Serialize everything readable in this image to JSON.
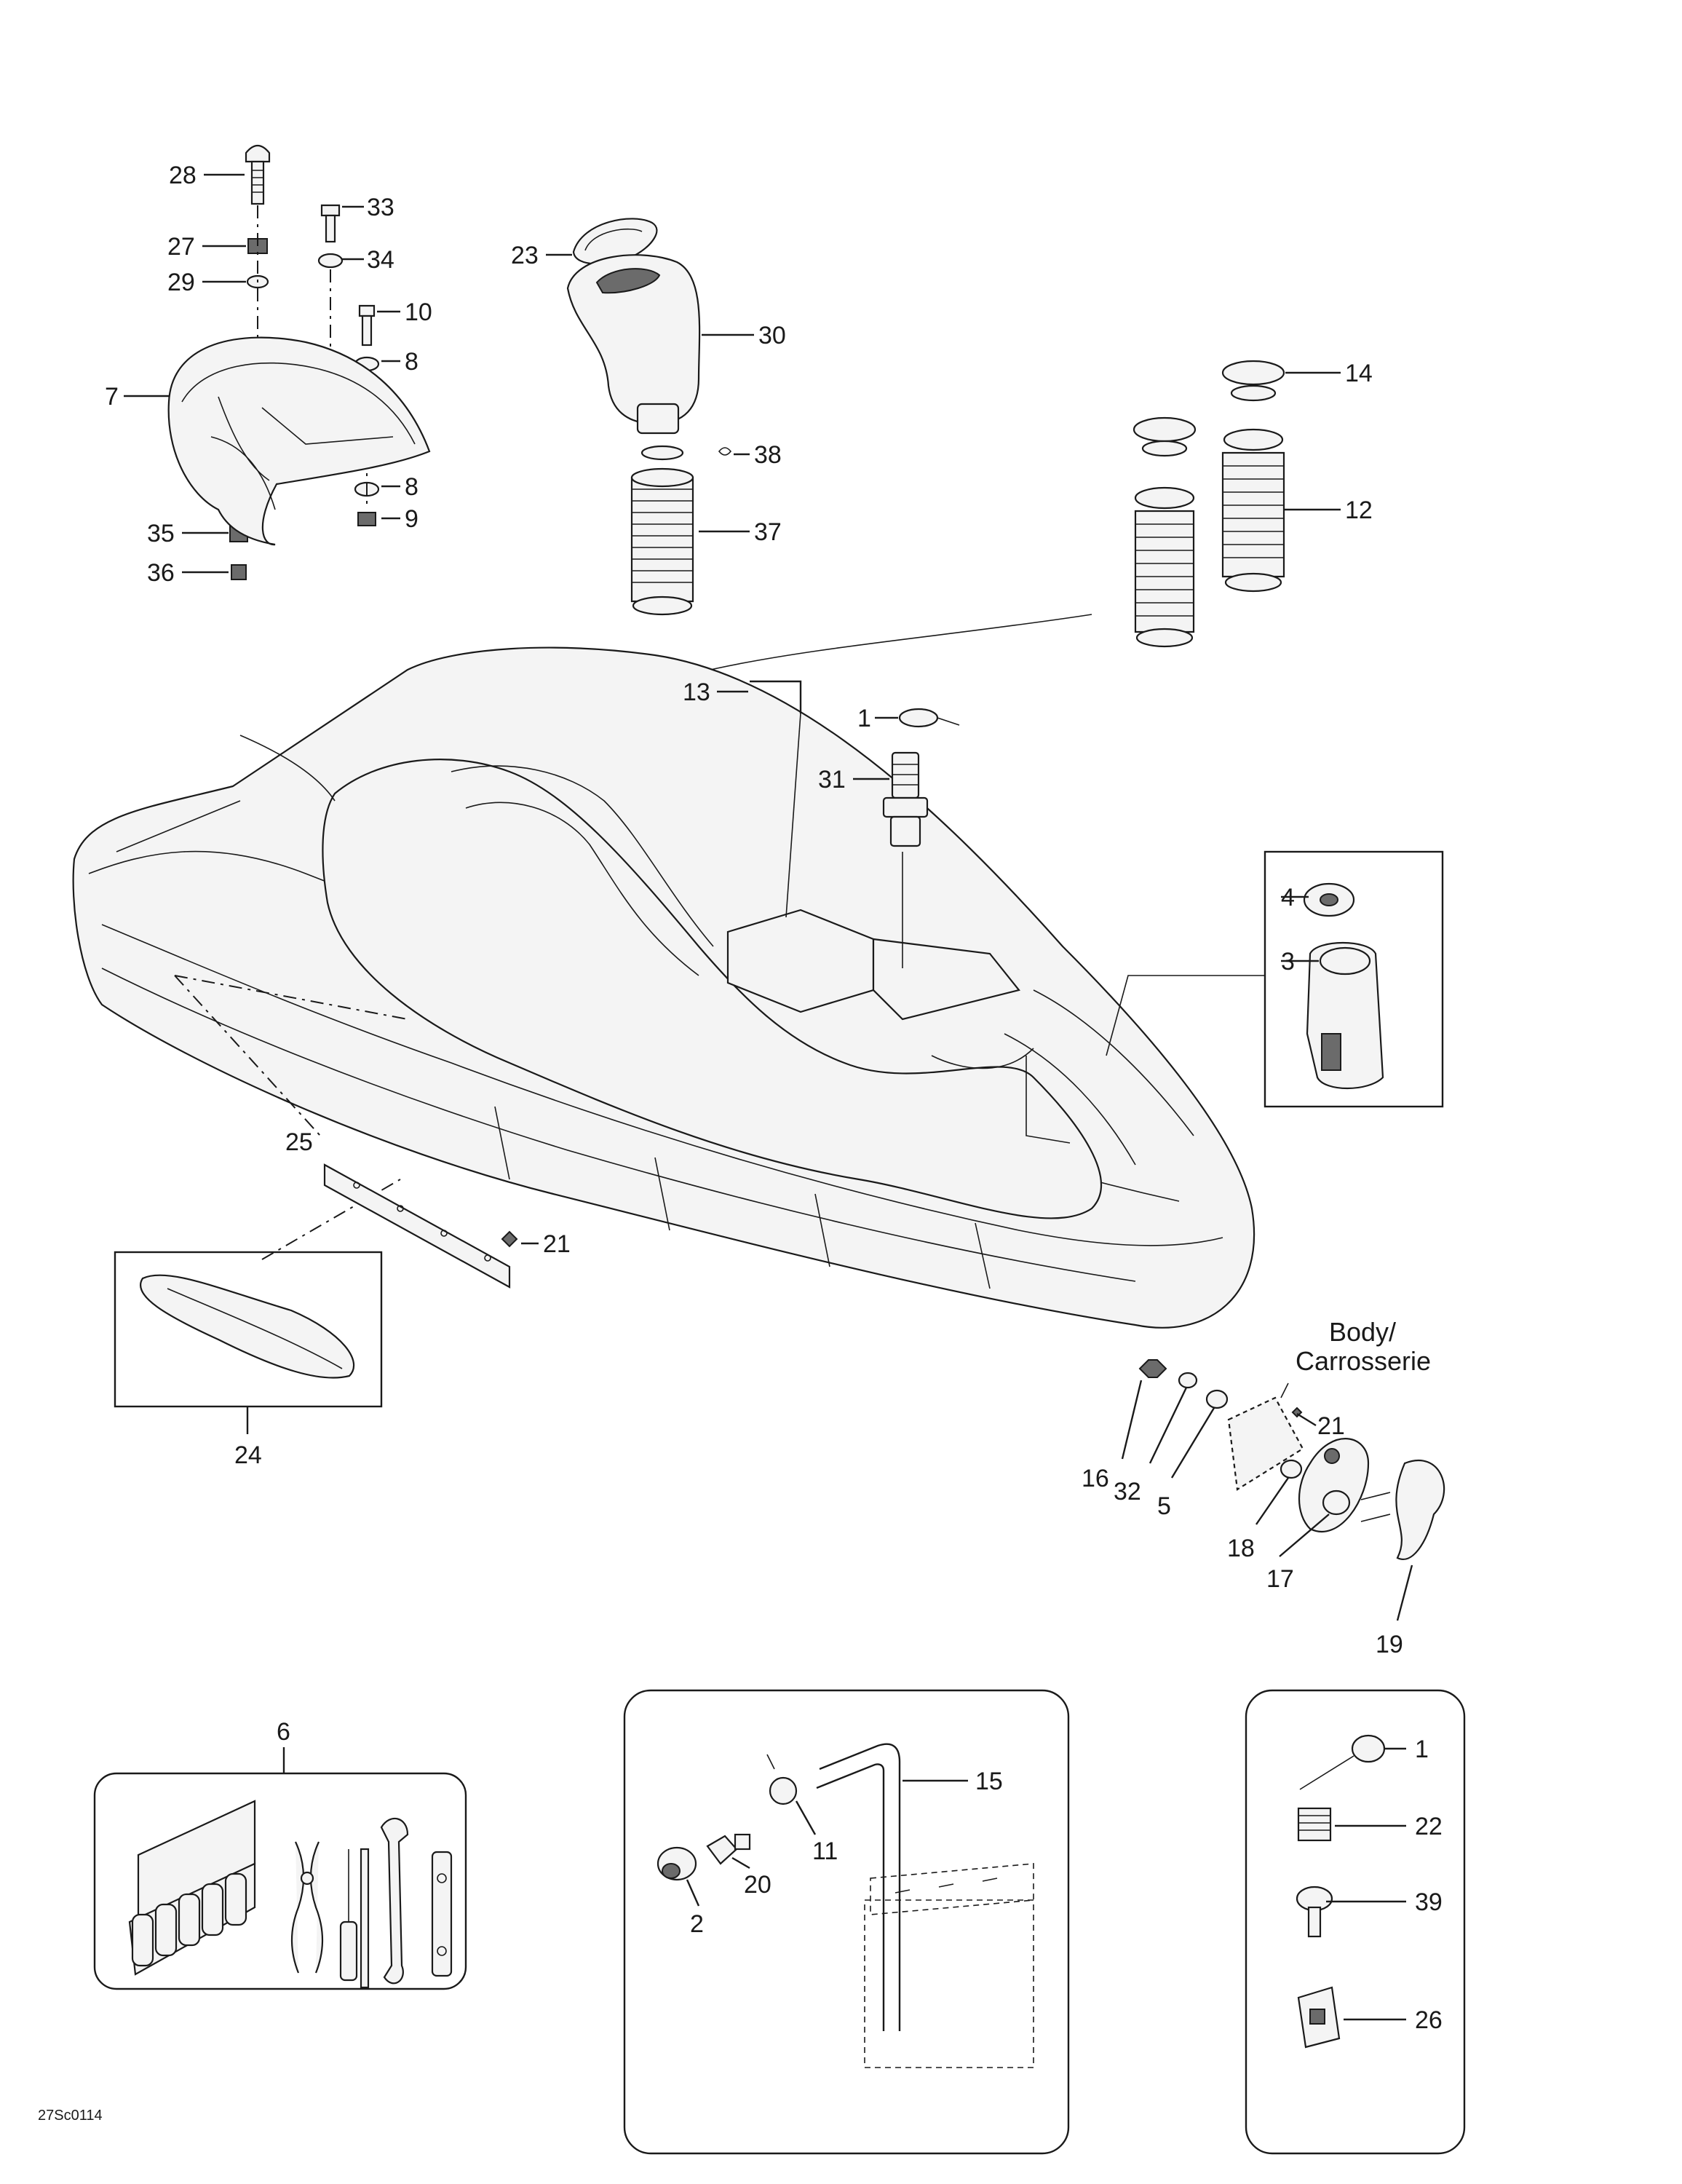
{
  "figure_code": "27Sc0114",
  "body_label_line1": "Body/",
  "body_label_line2": "Carrosserie",
  "callouts": {
    "p28": "28",
    "p33": "33",
    "p27": "27",
    "p34": "34",
    "p29": "29",
    "p10": "10",
    "p8a": "8",
    "p7": "7",
    "p8b": "8",
    "p9": "9",
    "p35": "35",
    "p36": "36",
    "p23": "23",
    "p30": "30",
    "p38": "38",
    "p37": "37",
    "p14": "14",
    "p12": "12",
    "p13": "13",
    "p1a": "1",
    "p31": "31",
    "p4": "4",
    "p3": "3",
    "p25": "25",
    "p21a": "21",
    "p24": "24",
    "p21b": "21",
    "p16": "16",
    "p32": "32",
    "p5": "5",
    "p18": "18",
    "p17": "17",
    "p19": "19",
    "p6": "6",
    "p15": "15",
    "p11": "11",
    "p20": "20",
    "p2": "2",
    "p1b": "1",
    "p22": "22",
    "p39": "39",
    "p26": "26"
  }
}
